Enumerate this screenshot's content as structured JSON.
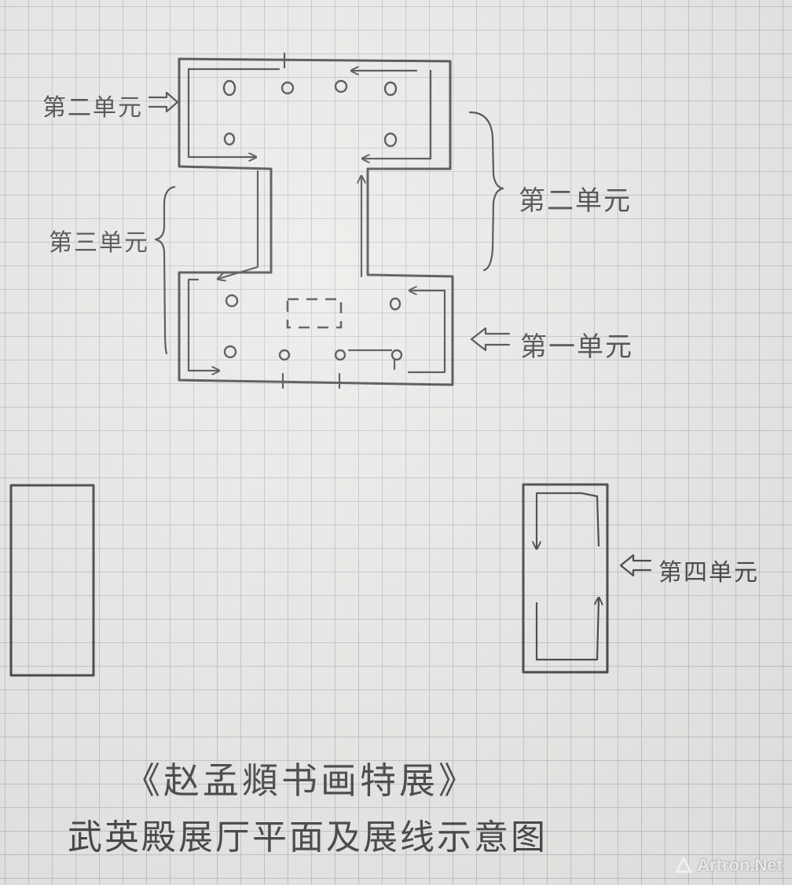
{
  "labels": {
    "unit2_left": "第二单元",
    "unit2_right": "第二单元",
    "unit3": "第三单元",
    "unit1": "第一单元",
    "unit4": "第四单元"
  },
  "title": {
    "line1": "《赵孟頫书画特展》",
    "line2": "武英殿展厅平面及展线示意图"
  },
  "watermark": {
    "text": "Artron.Net"
  },
  "colors": {
    "ink": "#3a3a3c",
    "paper": "#e9e9e7",
    "grid": "#9696a5"
  }
}
